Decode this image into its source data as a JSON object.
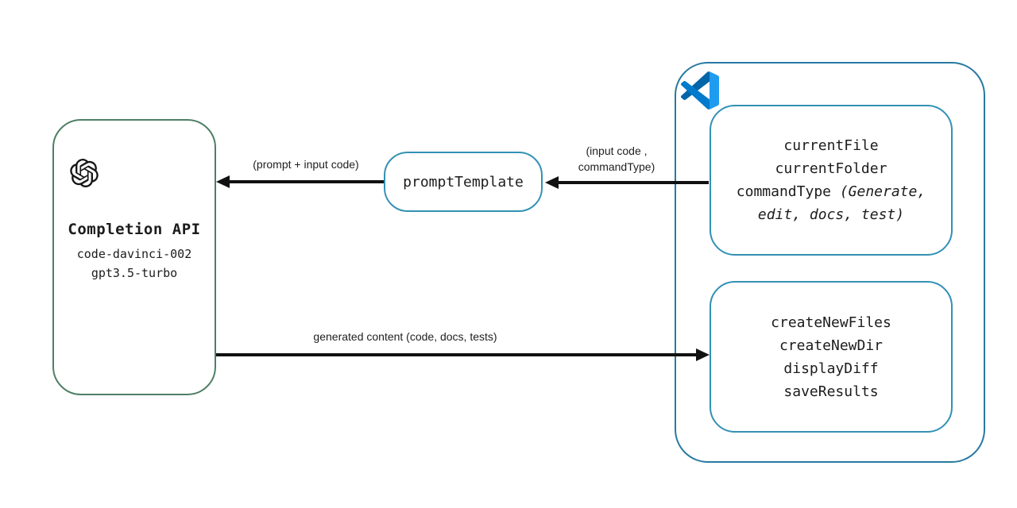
{
  "colors": {
    "background": "#ffffff",
    "openai_box_border": "#4e7f66",
    "vscode_outer_border": "#2879a2",
    "inner_box_border": "#3391b4",
    "arrow": "#111111",
    "text": "#1c1c1c",
    "vscode_logo_blues": [
      "#0065A9",
      "#007ACC",
      "#1F9CF0"
    ]
  },
  "openai_box": {
    "icon": "openai-logo",
    "title": "Completion API",
    "models": [
      "code-davinci-002",
      "gpt3.5-turbo"
    ]
  },
  "prompt_template_box": {
    "label": "promptTemplate"
  },
  "vscode_box": {
    "icon": "vscode-logo",
    "inputs_box": {
      "lines": [
        "currentFile",
        "currentFolder"
      ],
      "command_prefix": "commandType ",
      "command_italic_line1": "(Generate,",
      "command_italic_line2": "edit, docs, test)"
    },
    "outputs_box": {
      "lines": [
        "createNewFiles",
        "createNewDir",
        "displayDiff",
        "saveResults"
      ]
    }
  },
  "arrows": {
    "prompt_to_api_label": "(prompt + input code)",
    "editor_to_prompt_label_line1": "(input code ,",
    "editor_to_prompt_label_line2": "commandType)",
    "api_to_editor_label": "generated content (code, docs, tests)"
  }
}
